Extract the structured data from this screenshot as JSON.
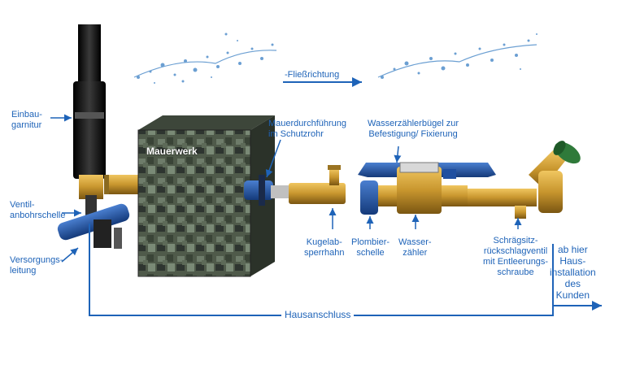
{
  "labels": {
    "einbaugarnitur": "Einbau-\ngarnitur",
    "ventilanbohrschelle": "Ventil-\nanbohrschelle",
    "versorgungsleitung": "Versorgungs-\nleitung",
    "fliessrichtung": "-Fließrichtung",
    "mauerwerk": "Mauerwerk",
    "mauerdurchfuehrung": "Mauerdurchführung\nim Schutzrohr",
    "wasserzaehlerbuegel": "Wasserzählerbügel zur\nBefestigung/ Fixierung",
    "kugelabsperrhahn": "Kugelab-\nsperrhahn",
    "plombierschelle": "Plombier-\nschelle",
    "wasserzaehler": "Wasser-\nzähler",
    "schraegsitz": "Schrägsitz-\nrückschlagventil\nmit Entleerungs-\nschraube",
    "hausinstallation": "ab hier\nHaus-\ninstallation\ndes\nKunden",
    "hausanschluss": "Hausanschluss"
  },
  "colors": {
    "accent": "#1e63b8",
    "pipe_black": "#1a1a1a",
    "brass": "#c8962e",
    "meter_blue": "#1f4fa0",
    "valve_green": "#2f7a3a"
  }
}
